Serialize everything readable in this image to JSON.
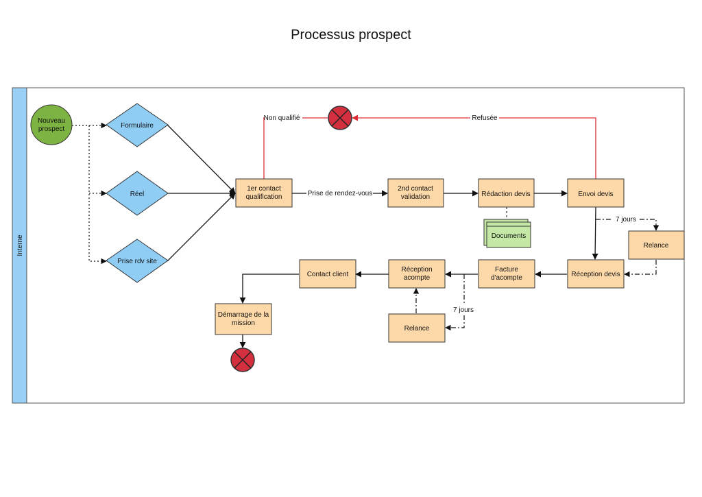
{
  "title": "Processus prospect",
  "lane": {
    "label": "Interne"
  },
  "colors": {
    "process": "#fdd8a8",
    "decision": "#8fcdf5",
    "start": "#7cb342",
    "end": "#d32f3f",
    "document": "#c6e8a6",
    "lane_bar": "#9ad0f5",
    "reject_line": "#d93035",
    "border": "#555555"
  },
  "nodes": {
    "nouveau_prospect": [
      "Nouveau",
      "prospect"
    ],
    "formulaire": [
      "Formulaire"
    ],
    "reel": [
      "Réel"
    ],
    "prise_rdv_site": [
      "Prise rdv site"
    ],
    "premier_contact": [
      "1er contact",
      "qualification"
    ],
    "second_contact": [
      "2nd contact",
      "validation"
    ],
    "redaction_devis": [
      "Rédaction devis"
    ],
    "envoi_devis": [
      "Envoi devis"
    ],
    "documents": [
      "Documents"
    ],
    "relance_devis": [
      "Relance"
    ],
    "reception_devis": [
      "Réception devis"
    ],
    "facture_acompte": [
      "Facture",
      "d'acompte"
    ],
    "reception_acompte": [
      "Réception",
      "acompte"
    ],
    "relance_acompte": [
      "Relance"
    ],
    "contact_client": [
      "Contact client"
    ],
    "demarrage_mission": [
      "Démarrage de la",
      "mission"
    ]
  },
  "edge_labels": {
    "non_qualifie": "Non qualifié",
    "refusee": "Refusée",
    "prise_de_rdv": "Prise de rendez-vous",
    "sept_jours_devis": "7 jours",
    "sept_jours_acompte": "7 jours"
  }
}
